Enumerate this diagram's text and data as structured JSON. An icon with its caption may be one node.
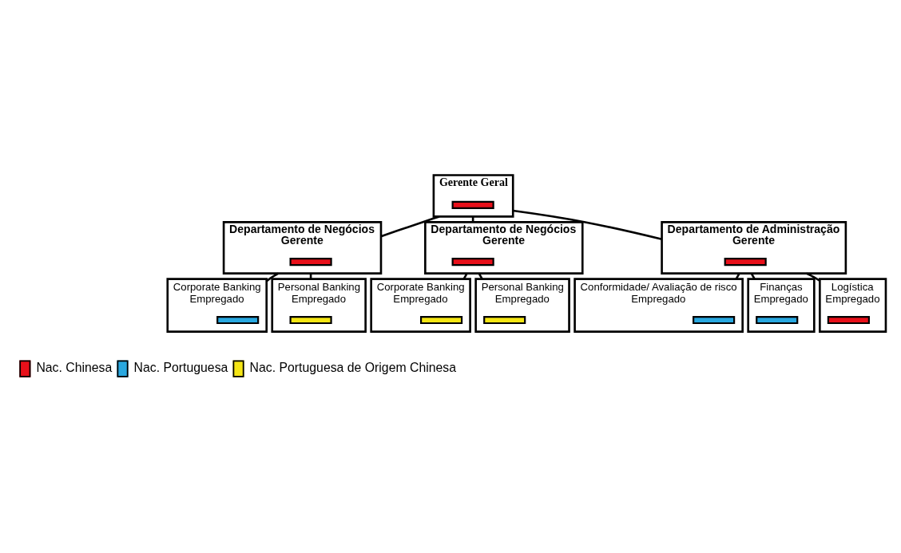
{
  "diagram": {
    "nodes": [
      {
        "text": [
          "Gerente Geral"
        ]
      },
      {
        "text": [],
        "shape": "bar",
        "in": 0
      },
      {
        "text": [
          "Departamento de Negócios",
          "Gerente"
        ]
      },
      {
        "text": [],
        "shape": "bar",
        "in": 2
      },
      {
        "text": [
          "Departamento de Negócios",
          "Gerente"
        ]
      },
      {
        "text": [],
        "shape": "bar",
        "in": 4
      },
      {
        "text": [
          "Departamento de Administração",
          "Gerente"
        ]
      },
      {
        "text": [],
        "shape": "bar",
        "in": 6
      },
      {
        "text": [
          "Corporate Banking",
          "Empregado"
        ]
      },
      {
        "text": [],
        "shape": "bar",
        "in": 8
      },
      {
        "text": [
          "Personal Banking",
          "Empregado"
        ]
      },
      {
        "text": [],
        "shape": "bar",
        "in": 10
      },
      {
        "text": [
          "Corporate Banking",
          "Empregado"
        ]
      },
      {
        "text": [],
        "shape": "bar",
        "in": 12
      },
      {
        "text": [
          "Personal Banking",
          "Empregado"
        ]
      },
      {
        "text": [],
        "shape": "bar",
        "in": 14
      },
      {
        "text": [
          "Conformidade/ Avaliação de risco",
          "Empregado"
        ]
      },
      {
        "text": [],
        "shape": "bar",
        "in": 16
      },
      {
        "text": [
          "Finanças",
          "Empregado"
        ]
      },
      {
        "text": [],
        "shape": "bar",
        "in": 18
      },
      {
        "text": [
          "Logística",
          "Empregado"
        ]
      },
      {
        "text": [],
        "shape": "bar",
        "in": 20
      }
    ],
    "edges": [
      {
        "from": 0,
        "to": 2,
        "arrow": "none"
      },
      {
        "from": 0,
        "to": 4,
        "arrow": "none"
      },
      {
        "from": 0,
        "to": 6,
        "arrow": "none"
      },
      {
        "from": 2,
        "to": 8,
        "arrow": "none"
      },
      {
        "from": 2,
        "to": 10,
        "arrow": "none"
      },
      {
        "from": 4,
        "to": 12,
        "arrow": "none"
      },
      {
        "from": 4,
        "to": 14,
        "arrow": "none"
      },
      {
        "from": 6,
        "to": 16,
        "arrow": "none"
      },
      {
        "from": 6,
        "to": 18,
        "arrow": "none"
      },
      {
        "from": 6,
        "to": 20,
        "arrow": "none"
      }
    ],
    "legend": [
      {
        "text": "Nac. Chinesa",
        "color": "#e8101a"
      },
      {
        "text": "Nac. Portuguesa",
        "color": "#29a8e0"
      },
      {
        "text": "Nac. Portuguesa de Origem Chinesa",
        "color": "#f5e614"
      }
    ]
  }
}
